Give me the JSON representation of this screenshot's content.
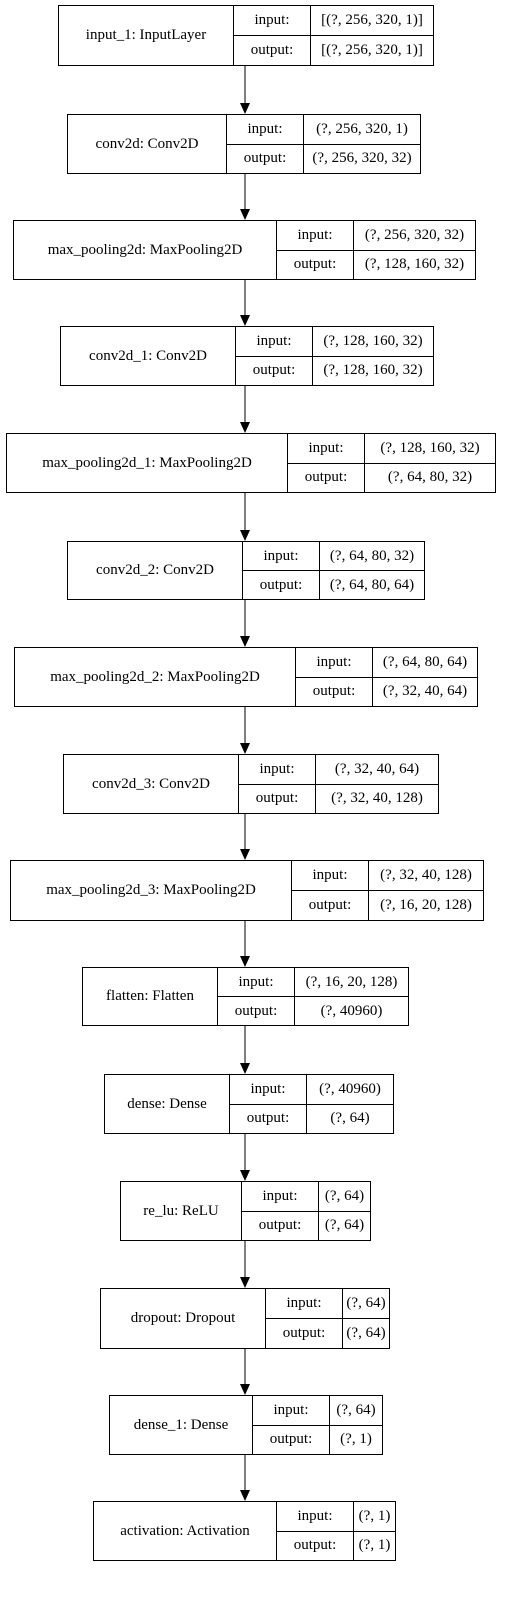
{
  "layers": [
    {
      "name": "input_1: InputLayer",
      "input": "[(?, 256, 320, 1)]",
      "output": "[(?, 256, 320, 1)]"
    },
    {
      "name": "conv2d: Conv2D",
      "input": "(?, 256, 320, 1)",
      "output": "(?, 256, 320, 32)"
    },
    {
      "name": "max_pooling2d: MaxPooling2D",
      "input": "(?, 256, 320, 32)",
      "output": "(?, 128, 160, 32)"
    },
    {
      "name": "conv2d_1: Conv2D",
      "input": "(?, 128, 160, 32)",
      "output": "(?, 128, 160, 32)"
    },
    {
      "name": "max_pooling2d_1: MaxPooling2D",
      "input": "(?, 128, 160, 32)",
      "output": "(?, 64, 80, 32)"
    },
    {
      "name": "conv2d_2: Conv2D",
      "input": "(?, 64, 80, 32)",
      "output": "(?, 64, 80, 64)"
    },
    {
      "name": "max_pooling2d_2: MaxPooling2D",
      "input": "(?, 64, 80, 64)",
      "output": "(?, 32, 40, 64)"
    },
    {
      "name": "conv2d_3: Conv2D",
      "input": "(?, 32, 40, 64)",
      "output": "(?, 32, 40, 128)"
    },
    {
      "name": "max_pooling2d_3: MaxPooling2D",
      "input": "(?, 32, 40, 128)",
      "output": "(?, 16, 20, 128)"
    },
    {
      "name": "flatten: Flatten",
      "input": "(?, 16, 20, 128)",
      "output": "(?, 40960)"
    },
    {
      "name": "dense: Dense",
      "input": "(?, 40960)",
      "output": "(?, 64)"
    },
    {
      "name": "re_lu: ReLU",
      "input": "(?, 64)",
      "output": "(?, 64)"
    },
    {
      "name": "dropout: Dropout",
      "input": "(?, 64)",
      "output": "(?, 64)"
    },
    {
      "name": "dense_1: Dense",
      "input": "(?, 64)",
      "output": "(?, 1)"
    },
    {
      "name": "activation: Activation",
      "input": "(?, 1)",
      "output": "(?, 1)"
    }
  ],
  "row_labels": {
    "input": "input:",
    "output": "output:"
  }
}
